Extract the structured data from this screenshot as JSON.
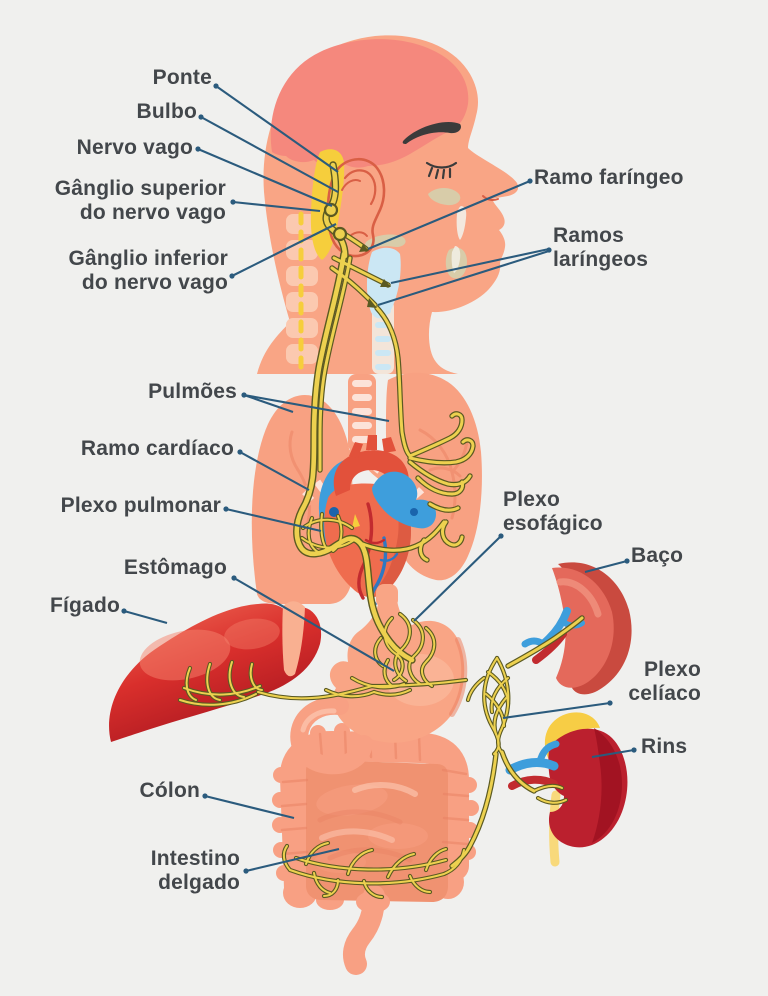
{
  "palette": {
    "bg": "#f0f0ee",
    "labelText": "#43474b",
    "leader": "#2b5b7d",
    "skin": "#f9a585",
    "skinLight": "#fbc9b0",
    "brain": "#f5887d",
    "earLine": "#d95f45",
    "nerveBright": "#f6ce3c",
    "nerveFill": "#edd14f",
    "nerveOutline": "#5b5a22",
    "throatBlue": "#cbe7f4",
    "beige": "#d8cca9",
    "lung": "#f8a182",
    "lungVein": "#ec8465",
    "heart": "#ef6c4e",
    "aorta": "#e2513b",
    "vesselBlue": "#3e9edc",
    "vesselNavy": "#1a64ac",
    "coronaryRed": "#c22b2f",
    "coronaryBlue": "#2f78c2",
    "liverTop": "#f2705a",
    "liverBottom": "#a8161f",
    "ligament": "#f9b091",
    "stomach": "#f9a585",
    "spleen": "#e4695b",
    "spleenDark": "#c94a3f",
    "kidney": "#bb202e",
    "kidneyDark": "#9e1220",
    "adrenal": "#f7cd45",
    "ureter": "#f8d97b",
    "colon": "#f8a083",
    "gutInner": "#f09271",
    "gutShade": "#ea8365",
    "gutLight": "#fbc3ad"
  },
  "labels": {
    "ponte": "Ponte",
    "bulbo": "Bulbo",
    "nervo_vago": "Nervo vago",
    "ganglio_superior": "Gânglio superior\ndo nervo vago",
    "ganglio_inferior": "Gânglio inferior\ndo nervo vago",
    "ramo_faringeo": "Ramo faríngeo",
    "ramos_laringeos": "Ramos\nlaríngeos",
    "pulmoes": "Pulmões",
    "ramo_cardiaco": "Ramo cardíaco",
    "plexo_pulmonar": "Plexo pulmonar",
    "plexo_esofagico": "Plexo\nesofágico",
    "baco": "Baço",
    "estomago": "Estômago",
    "figado": "Fígado",
    "plexo_celiaco": "Plexo\ncelíaco",
    "rins": "Rins",
    "colon": "Cólon",
    "intestino_delgado": "Intestino\ndelgado"
  }
}
